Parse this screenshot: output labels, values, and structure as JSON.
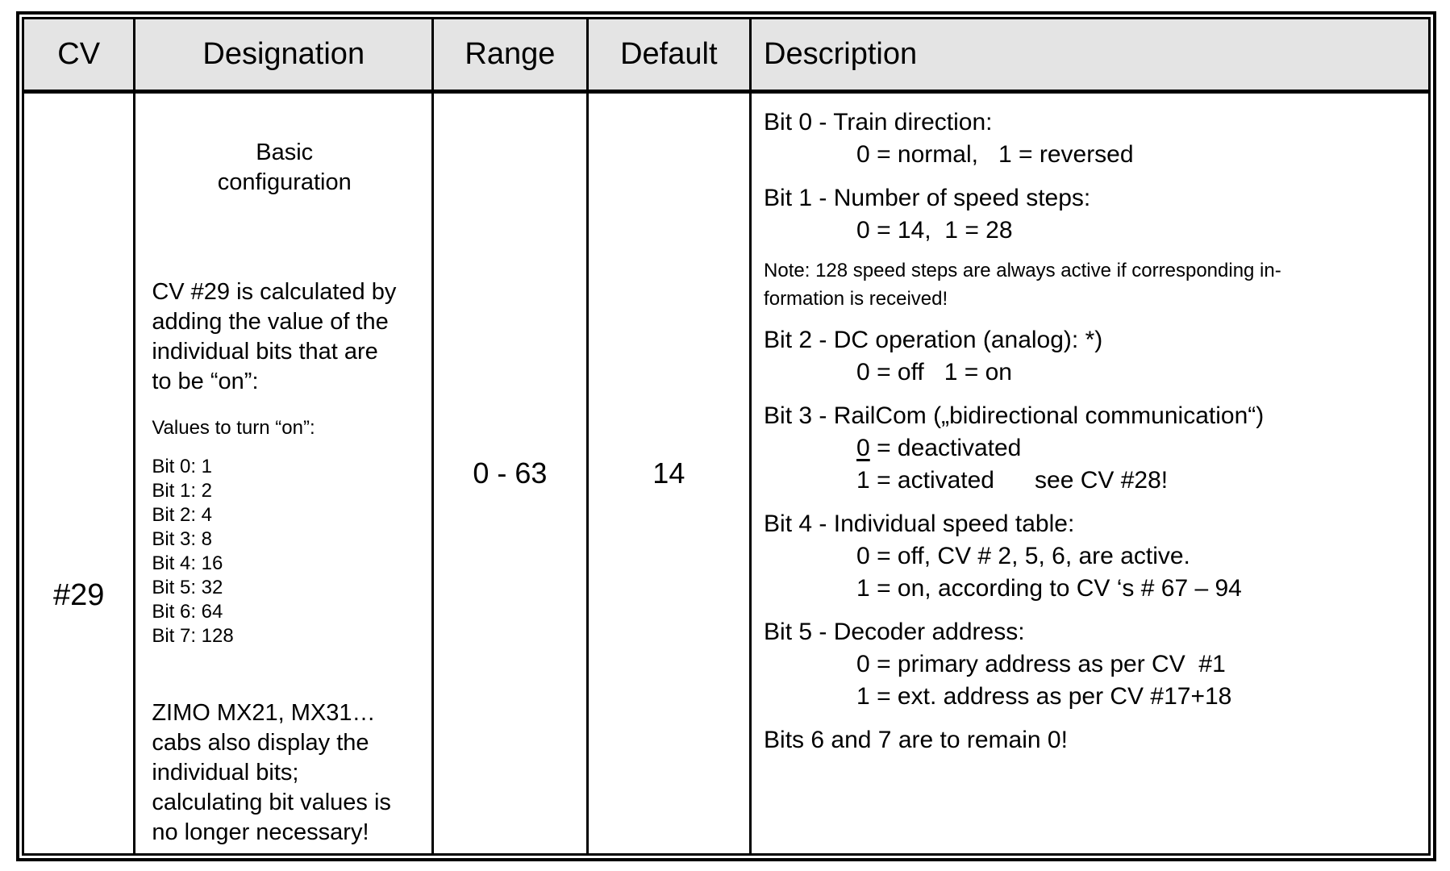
{
  "header": {
    "cv": "CV",
    "designation": "Designation",
    "range": "Range",
    "default": "Default",
    "description": "Description"
  },
  "row": {
    "cv": "#29",
    "range": "0 - 63",
    "default": "14",
    "designation": {
      "title_lines": [
        "Basic",
        "configuration"
      ],
      "intro_lines": [
        "CV #29 is calculated by",
        "adding the value of the",
        "individual bits that are",
        "to be “on”:"
      ],
      "values_label": "Values to turn “on”:",
      "bit_values": [
        "Bit 0: 1",
        "Bit 1: 2",
        "Bit 2: 4",
        "Bit 3: 8",
        "Bit 4: 16",
        "Bit 5: 32",
        "Bit 6: 64",
        "Bit 7: 128"
      ],
      "note_lines": [
        "ZIMO MX21, MX31…",
        "cabs also display the",
        "individual bits;",
        "calculating bit values is",
        "no longer necessary!"
      ]
    },
    "description": {
      "bit0_title": "Bit 0 - Train direction:",
      "bit0_values": "0 = normal,   1 = reversed",
      "bit1_title": "Bit 1 - Number of speed steps:",
      "bit1_values": "0 = 14,  1 = 28",
      "note_lines": [
        "Note: 128 speed steps are always active if corresponding in-",
        "formation is received!"
      ],
      "bit2_title": "Bit 2 - DC operation (analog): *)",
      "bit2_values": "0 = off   1 = on",
      "bit3_title": "Bit 3 - RailCom („bidirectional communication“)",
      "bit3_value0_underlined": "0",
      "bit3_value0_rest": " = deactivated",
      "bit3_value1": "1 = activated      see CV #28!",
      "bit4_title": "Bit 4 - Individual speed table:",
      "bit4_value0": "0 = off, CV # 2, 5, 6, are active.",
      "bit4_value1": "1 = on, according to CV ‘s # 67 – 94",
      "bit5_title": "Bit 5 - Decoder address:",
      "bit5_value0": "0 = primary address as per CV  #1",
      "bit5_value1": "1 = ext. address as per CV #17+18",
      "bits67": "Bits 6 and 7 are to remain 0!"
    }
  }
}
